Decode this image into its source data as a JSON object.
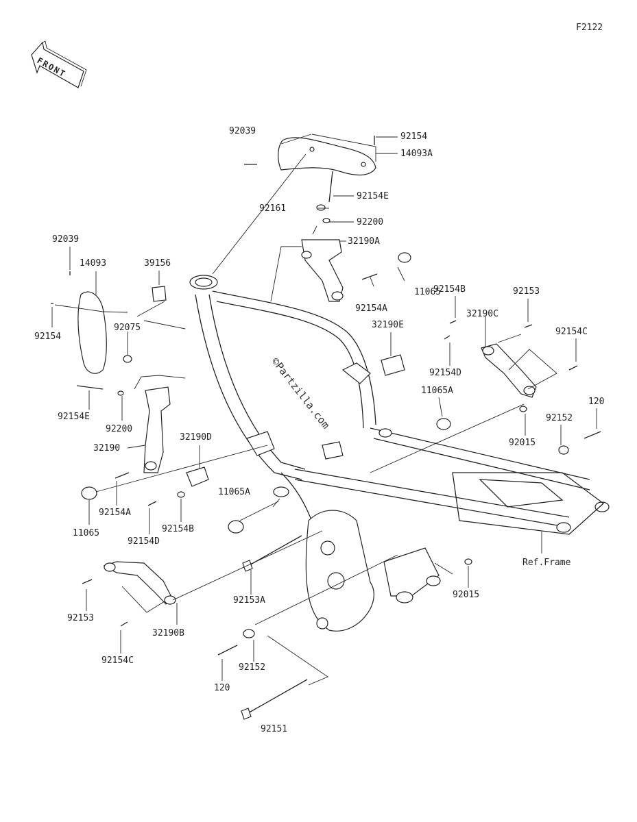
{
  "diagram_code": "F2122",
  "front_arrow_text": "FRONT",
  "watermark": "©Partzilla.com",
  "ref_frame": "Ref.Frame",
  "labels": {
    "l92039_top": "92039",
    "l92154_top": "92154",
    "l14093A": "14093A",
    "l92154E_top": "92154E",
    "l92161": "92161",
    "l92200_top": "92200",
    "l32190A": "32190A",
    "l11065_top": "11065",
    "l92154A_top": "92154A",
    "l92039_left": "92039",
    "l14093": "14093",
    "l39156": "39156",
    "l92075": "92075",
    "l92154_left": "92154",
    "l92154B_top": "92154B",
    "l32190E": "32190E",
    "l92154D_top": "92154D",
    "l92153_top": "92153",
    "l32190C": "32190C",
    "l92154C_top": "92154C",
    "l11065A_top": "11065A",
    "l120_top": "120",
    "l92152_top": "92152",
    "l92015_top": "92015",
    "l92154E_left": "92154E",
    "l92200_left": "92200",
    "l32190": "32190",
    "l32190D": "32190D",
    "l11065_left": "11065",
    "l92154A_left": "92154A",
    "l92154D_left": "92154D",
    "l92154B_left": "92154B",
    "l11065A_mid": "11065A",
    "l92015_bottom": "92015",
    "l92153_left": "92153",
    "l32190B": "32190B",
    "l92153A": "92153A",
    "l92154C_left": "92154C",
    "l92152_bottom": "92152",
    "l120_bottom": "120",
    "l92151": "92151"
  }
}
